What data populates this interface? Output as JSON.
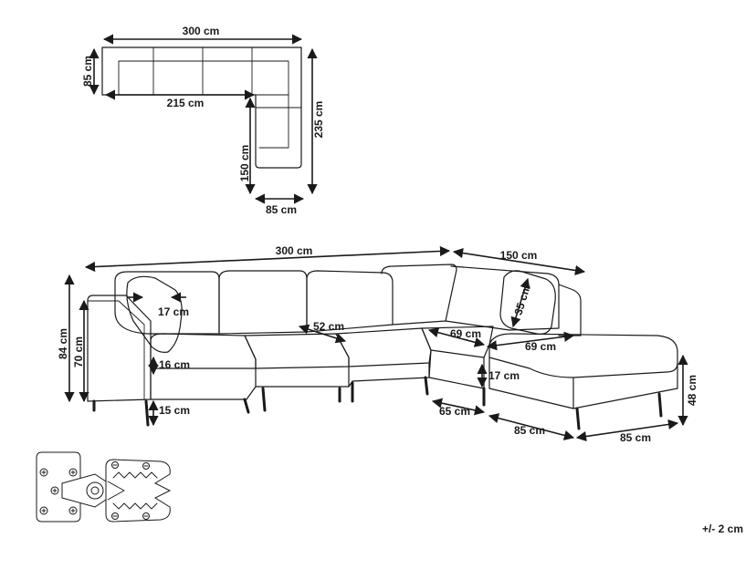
{
  "plan": {
    "width_total": "300 cm",
    "depth_short": "85 cm",
    "inner_length": "215 cm",
    "height_total": "235 cm",
    "inner_height": "150 cm",
    "depth_bottom": "85 cm"
  },
  "sofa": {
    "width_total": "300 cm",
    "chaise_width": "150 cm",
    "arm_width": "17 cm",
    "back_cushion_height": "35 cm",
    "seat_depth": "52 cm",
    "corner_depth_a": "69 cm",
    "corner_depth_b": "69 cm",
    "total_height": "84 cm",
    "back_height": "70 cm",
    "seat_thickness": "16 cm",
    "leg_height": "15 cm",
    "ottoman_leg": "17 cm",
    "ottoman_height": "48 cm",
    "corner_base": "65 cm",
    "ottoman_depth": "85 cm",
    "ottoman_width": "85 cm"
  },
  "tolerance": "+/- 2 cm"
}
